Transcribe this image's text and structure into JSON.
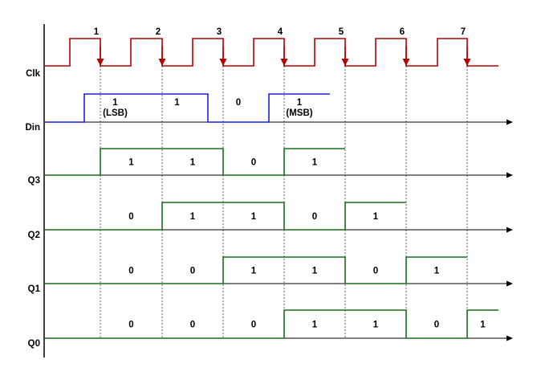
{
  "colors": {
    "clock": "#b40000",
    "din": "#1f1fd6",
    "register": "#1a6e1a",
    "axis": "#000000",
    "guide": "#555555"
  },
  "clock": {
    "label": "Clk",
    "edge_labels": [
      "1",
      "2",
      "3",
      "4",
      "5",
      "6",
      "7"
    ]
  },
  "signals": [
    {
      "label": "Din",
      "segments": [
        {
          "start": 0,
          "end": 1,
          "value": "1",
          "note": "(LSB)"
        },
        {
          "start": 1,
          "end": 2,
          "value": "1"
        },
        {
          "start": 2,
          "end": 3,
          "value": "0"
        },
        {
          "start": 3,
          "end": 4,
          "value": "1",
          "note": "(MSB)"
        }
      ]
    },
    {
      "label": "Q3",
      "segments": [
        {
          "start": 1,
          "end": 2,
          "value": "1"
        },
        {
          "start": 2,
          "end": 3,
          "value": "1"
        },
        {
          "start": 3,
          "end": 4,
          "value": "0"
        },
        {
          "start": 4,
          "end": 5,
          "value": "1"
        }
      ]
    },
    {
      "label": "Q2",
      "segments": [
        {
          "start": 1,
          "end": 2,
          "value": "0"
        },
        {
          "start": 2,
          "end": 3,
          "value": "1"
        },
        {
          "start": 3,
          "end": 4,
          "value": "1"
        },
        {
          "start": 4,
          "end": 5,
          "value": "0"
        },
        {
          "start": 5,
          "end": 6,
          "value": "1"
        }
      ]
    },
    {
      "label": "Q1",
      "segments": [
        {
          "start": 1,
          "end": 2,
          "value": "0"
        },
        {
          "start": 2,
          "end": 3,
          "value": "0"
        },
        {
          "start": 3,
          "end": 4,
          "value": "1"
        },
        {
          "start": 4,
          "end": 5,
          "value": "1"
        },
        {
          "start": 5,
          "end": 6,
          "value": "0"
        },
        {
          "start": 6,
          "end": 7,
          "value": "1"
        }
      ]
    },
    {
      "label": "Q0",
      "segments": [
        {
          "start": 1,
          "end": 2,
          "value": "0"
        },
        {
          "start": 2,
          "end": 3,
          "value": "0"
        },
        {
          "start": 3,
          "end": 4,
          "value": "0"
        },
        {
          "start": 4,
          "end": 5,
          "value": "1"
        },
        {
          "start": 5,
          "end": 6,
          "value": "1"
        },
        {
          "start": 6,
          "end": 7,
          "value": "0"
        },
        {
          "start": 7,
          "end": 8,
          "value": "1"
        }
      ]
    }
  ]
}
